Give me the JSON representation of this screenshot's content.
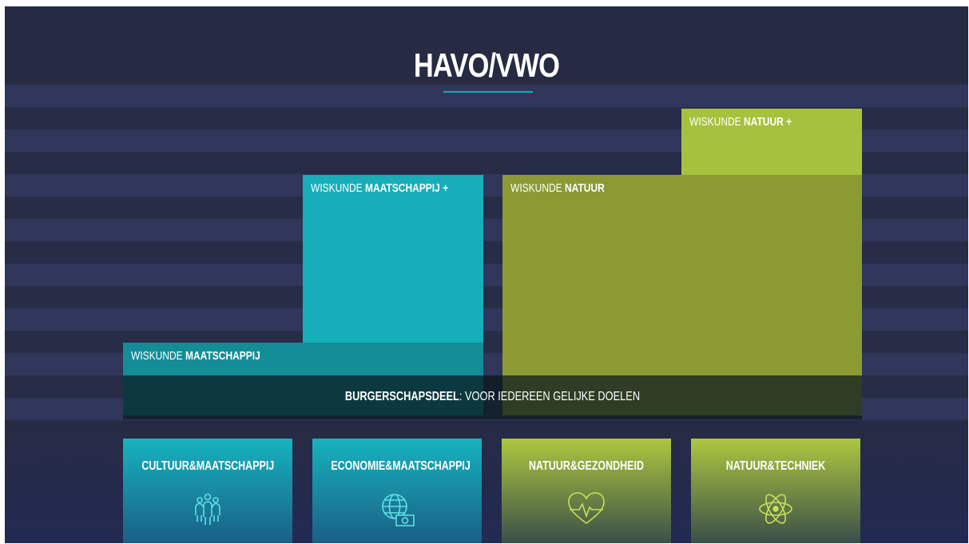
{
  "title": "HAVO/VWO",
  "blocks": {
    "wiskunde_maatschappij": {
      "prefix": "WISKUNDE ",
      "bold": "MAATSCHAPPIJ"
    },
    "wiskunde_maatschappij_plus": {
      "prefix": "WISKUNDE ",
      "bold": "MAATSCHAPPIJ +"
    },
    "wiskunde_natuur": {
      "prefix": "WISKUNDE ",
      "bold": "NATUUR"
    },
    "wiskunde_natuur_plus": {
      "prefix": "WISKUNDE ",
      "bold": "NATUUR +"
    }
  },
  "burgerschap": {
    "bold": "BURGERSCHAPSDEEL",
    "rest": ": VOOR IEDEREEN GELIJKE DOELEN"
  },
  "profiles": [
    {
      "label": "CULTUUR&MAATSCHAPPIJ",
      "icon": "people-group-icon"
    },
    {
      "label": "ECONOMIE&MAATSCHAPPIJ",
      "icon": "globe-money-icon"
    },
    {
      "label": "NATUUR&GEZONDHEID",
      "icon": "heart-pulse-icon"
    },
    {
      "label": "NATUUR&TECHNIEK",
      "icon": "atom-icon"
    }
  ],
  "colors": {
    "teal": "#16aeb8",
    "dark_teal": "#138e97",
    "olive": "#8b9a33",
    "lime": "#a6c13d",
    "background": "#262b43"
  }
}
